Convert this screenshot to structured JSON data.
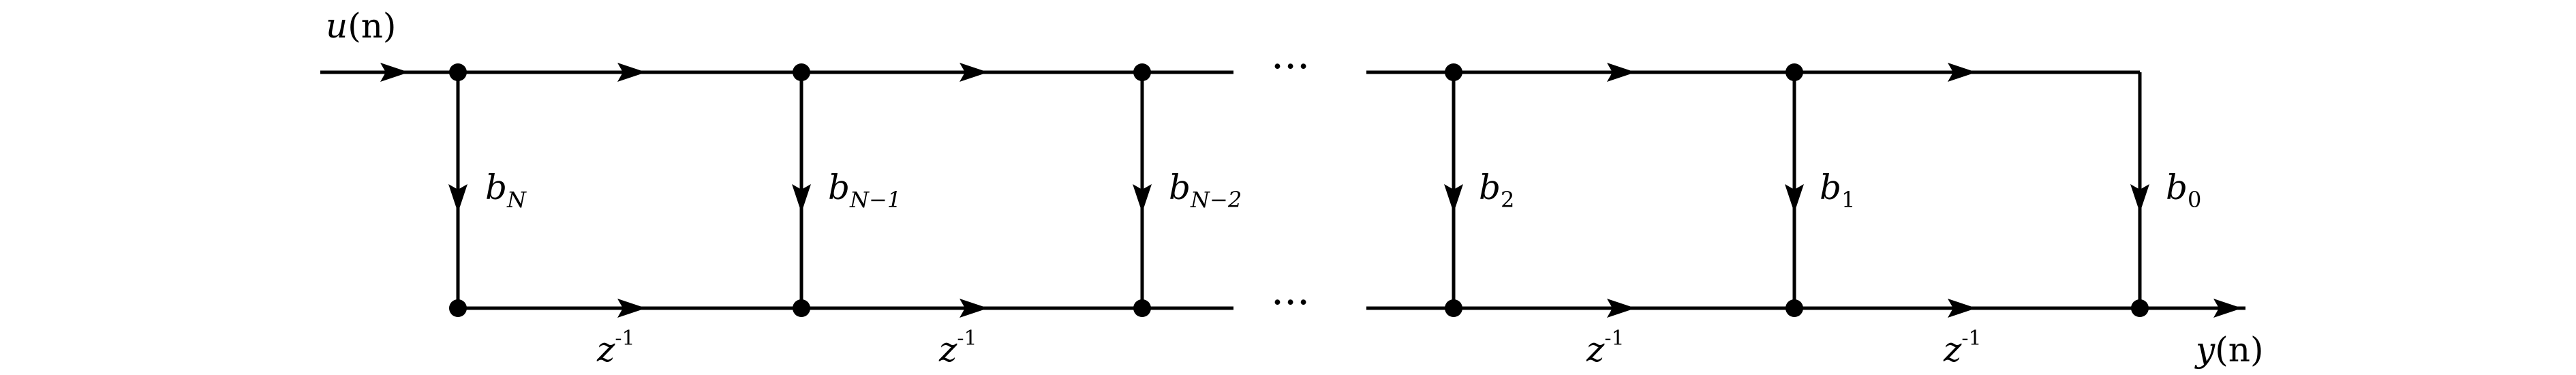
{
  "input_label": {
    "base": "u",
    "paren": "(n)"
  },
  "output_label": {
    "base": "y",
    "paren": "(n)"
  },
  "ellipsis": "···",
  "coefficients": [
    {
      "base": "b",
      "sub": "N"
    },
    {
      "base": "b",
      "sub": "N−1"
    },
    {
      "base": "b",
      "sub": "N−2"
    },
    {
      "base": "b",
      "sub": "2"
    },
    {
      "base": "b",
      "sub": "1"
    },
    {
      "base": "b",
      "sub": "0"
    }
  ],
  "delays": [
    {
      "base": "z",
      "exp": "-1"
    },
    {
      "base": "z",
      "exp": "-1"
    },
    {
      "base": "z",
      "exp": "-1"
    },
    {
      "base": "z",
      "exp": "-1"
    }
  ]
}
